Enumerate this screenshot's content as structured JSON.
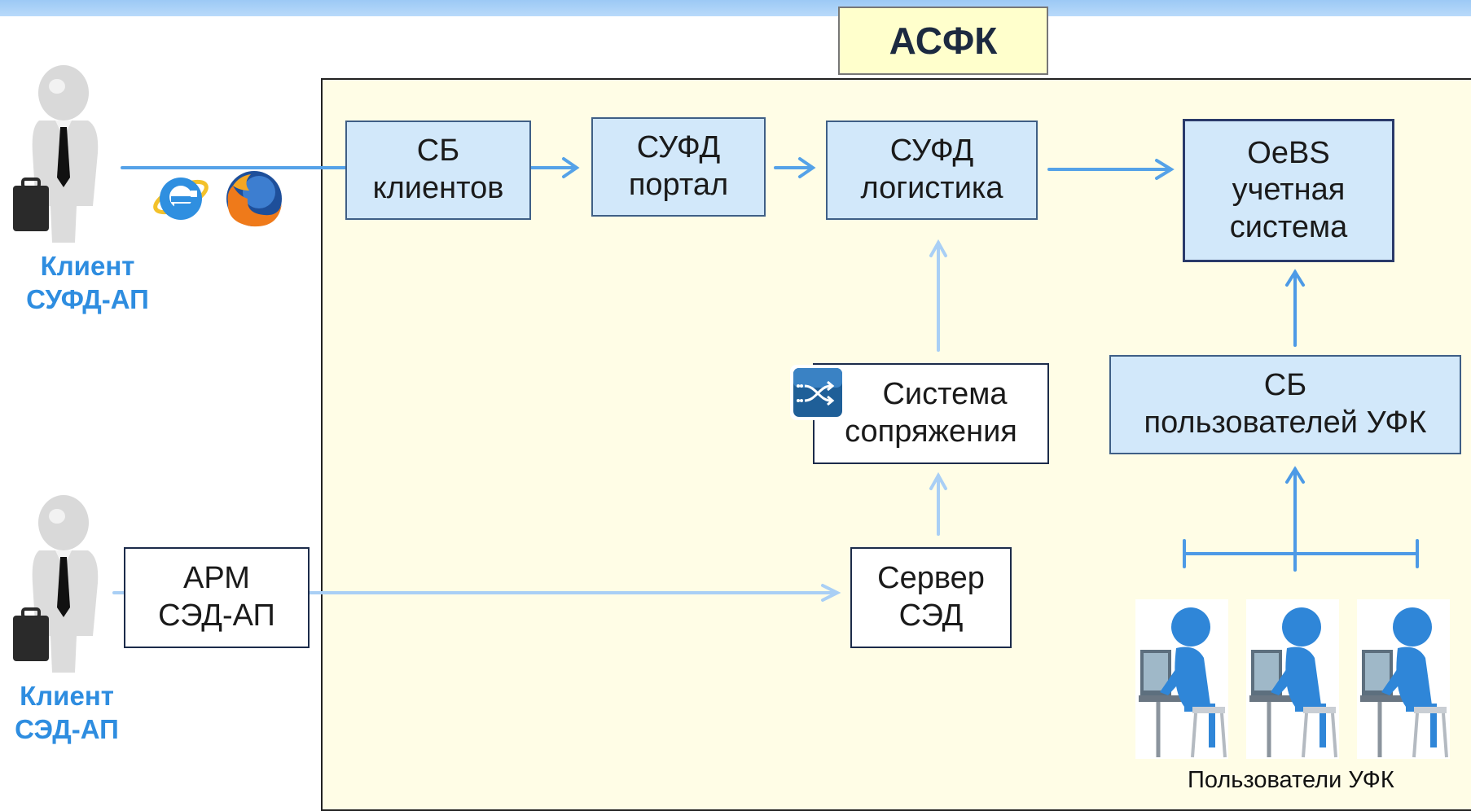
{
  "title": "АСФК",
  "nodes": {
    "sb_clients": [
      "СБ",
      "клиентов"
    ],
    "sufd_portal": [
      "СУФД",
      "портал"
    ],
    "sufd_logistics": [
      "СУФД",
      "логистика"
    ],
    "oebs": [
      "OeBS",
      "учетная",
      "система"
    ],
    "interface_system": [
      "Система",
      "сопряжения"
    ],
    "sb_ufk_users": [
      "СБ",
      "пользователей УФК"
    ],
    "arm_sed": [
      "АРМ",
      "СЭД-АП"
    ],
    "sed_server": [
      "Сервер",
      "СЭД"
    ]
  },
  "actors": {
    "client_sufd": [
      "Клиент",
      "СУФД-АП"
    ],
    "client_sed": [
      "Клиент",
      "СЭД-АП"
    ]
  },
  "ufk_users_caption": "Пользователи УФК",
  "icons": [
    "businessman-icon",
    "internet-explorer-icon",
    "firefox-icon",
    "data-exchange-icon",
    "user-at-computer-icon"
  ],
  "colors": {
    "accent_blue": "#2e8de0",
    "node_fill": "#d2e8fa",
    "area_fill": "#fffde6",
    "title_fill": "#ffffcc"
  }
}
